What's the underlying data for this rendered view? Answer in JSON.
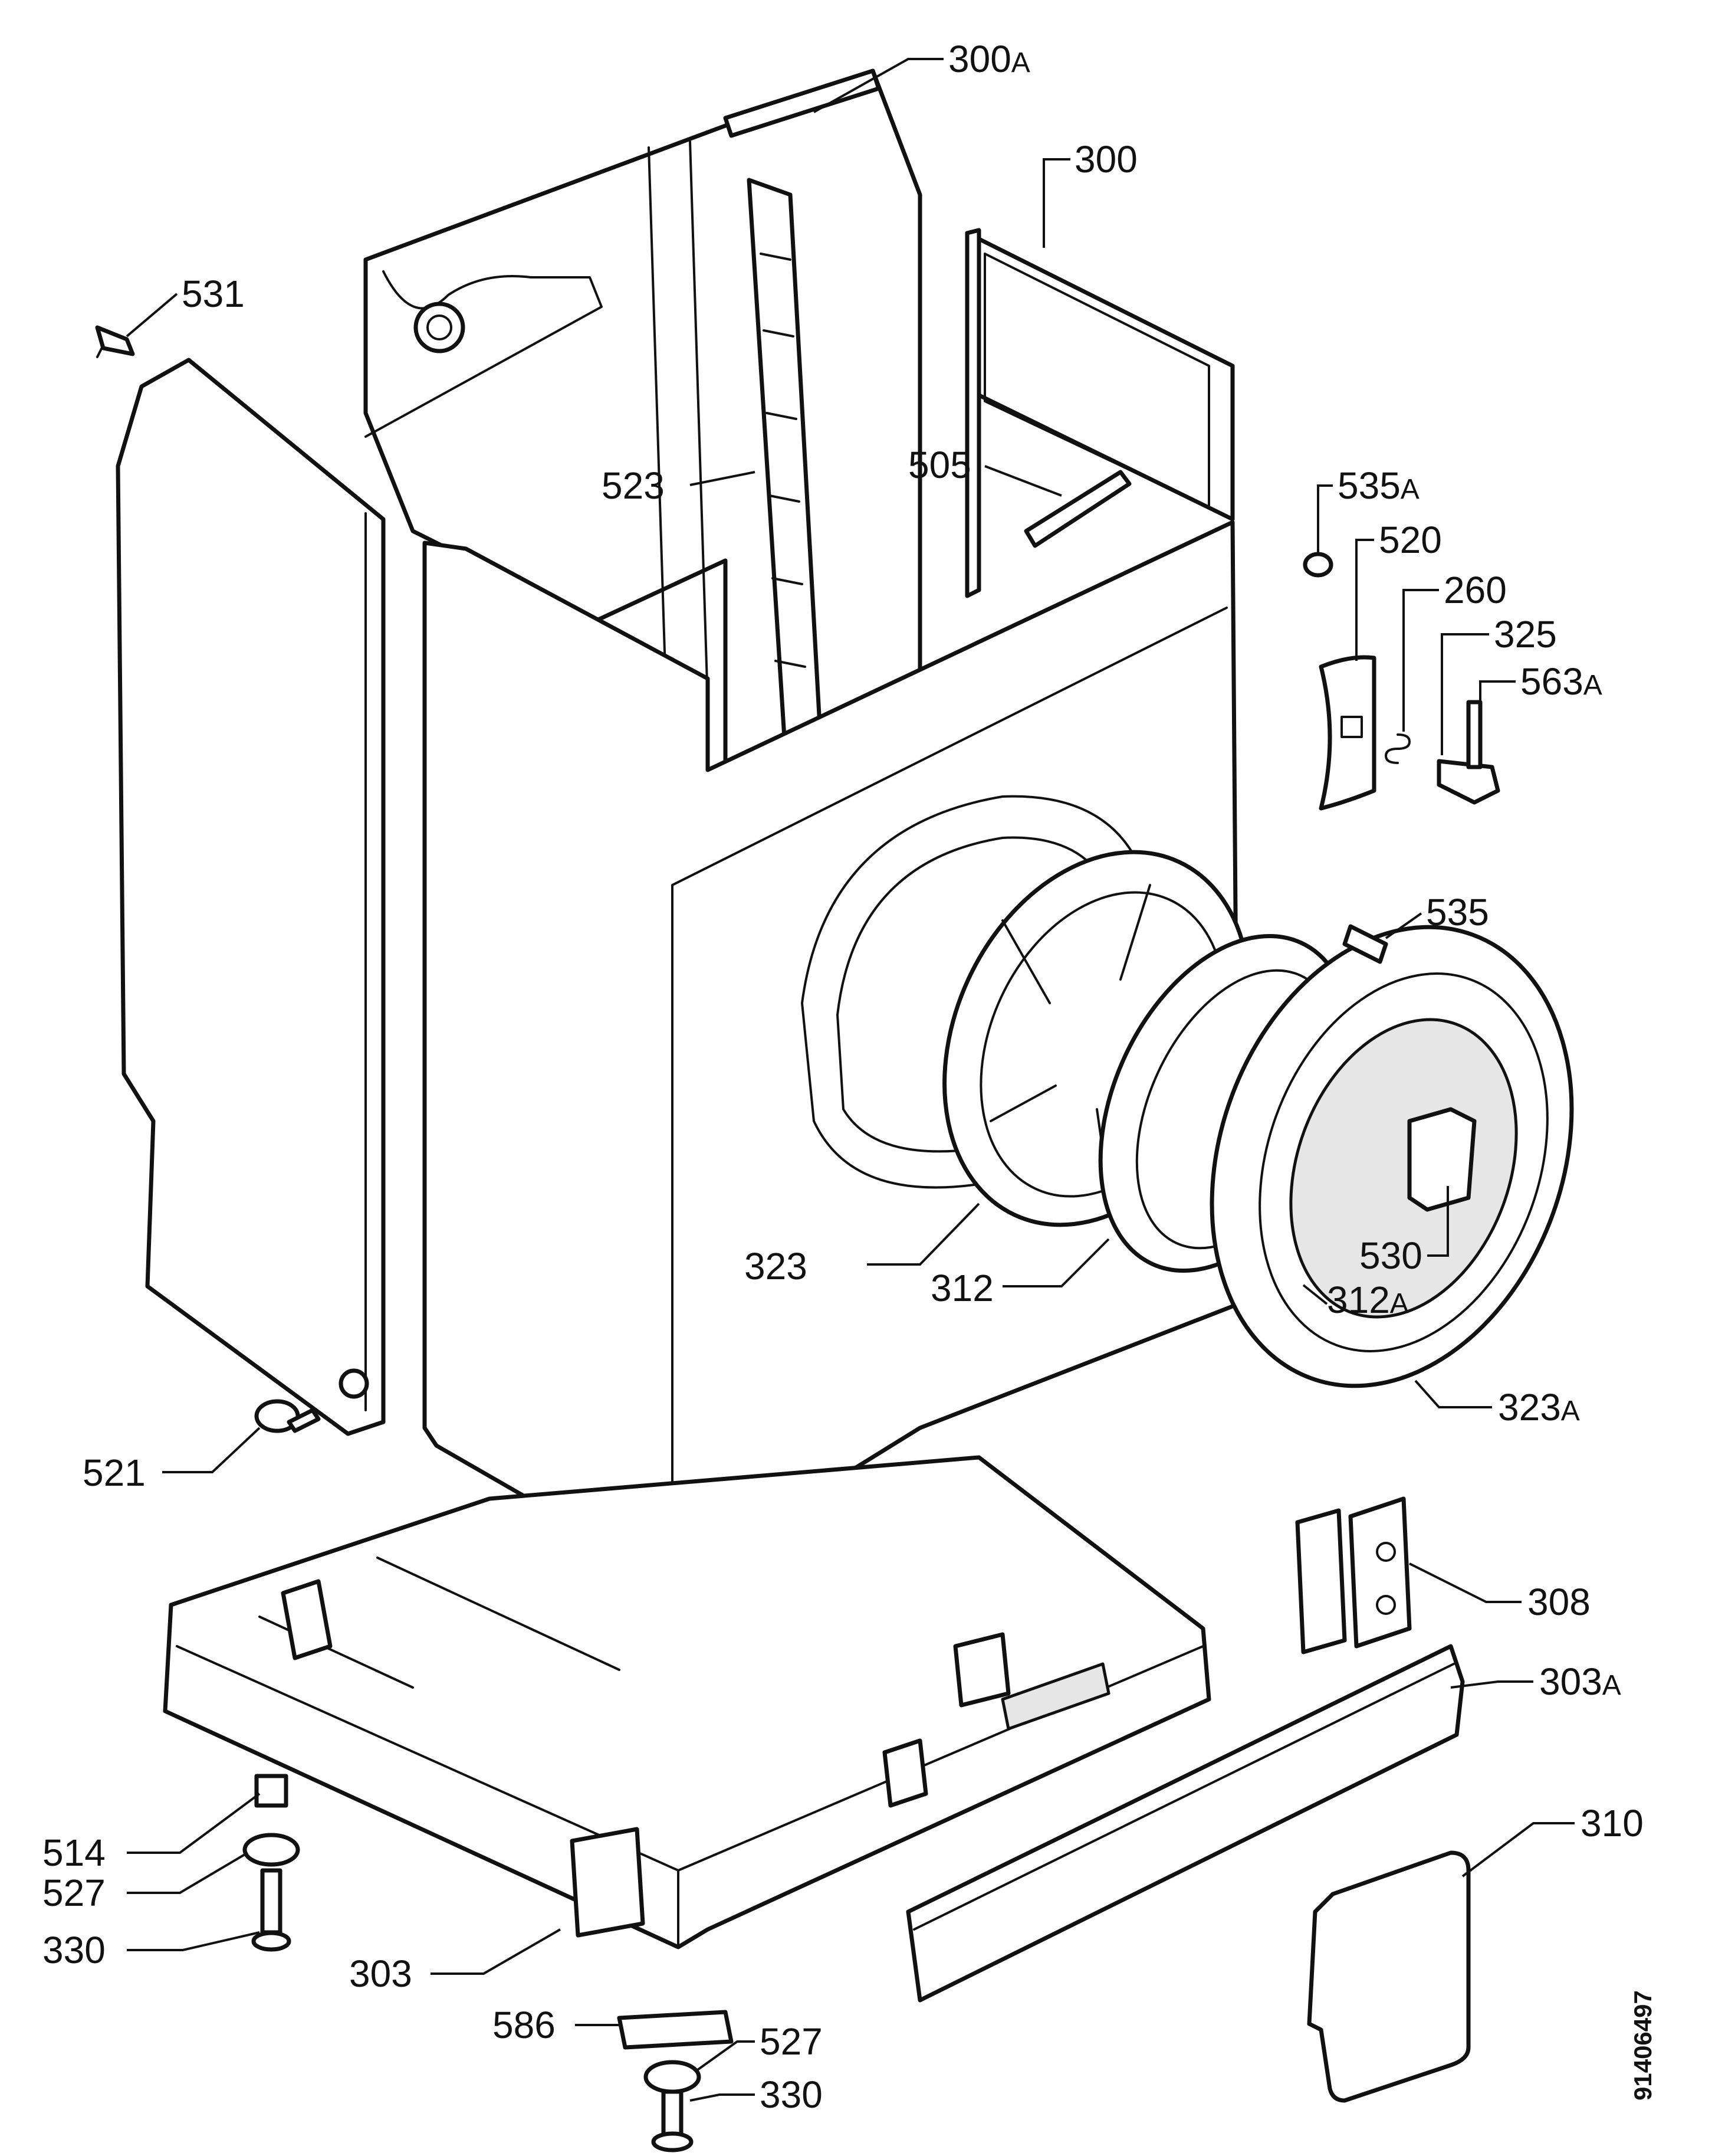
{
  "callouts": [
    {
      "id": "c300a",
      "num": "300",
      "suffix": "A"
    },
    {
      "id": "c300",
      "num": "300",
      "suffix": ""
    },
    {
      "id": "c531",
      "num": "531",
      "suffix": ""
    },
    {
      "id": "c523",
      "num": "523",
      "suffix": ""
    },
    {
      "id": "c505",
      "num": "505",
      "suffix": ""
    },
    {
      "id": "c535a",
      "num": "535",
      "suffix": "A"
    },
    {
      "id": "c520",
      "num": "520",
      "suffix": ""
    },
    {
      "id": "c260",
      "num": "260",
      "suffix": ""
    },
    {
      "id": "c325",
      "num": "325",
      "suffix": ""
    },
    {
      "id": "c563a",
      "num": "563",
      "suffix": "A"
    },
    {
      "id": "c535",
      "num": "535",
      "suffix": ""
    },
    {
      "id": "c530",
      "num": "530",
      "suffix": ""
    },
    {
      "id": "c323",
      "num": "323",
      "suffix": ""
    },
    {
      "id": "c312",
      "num": "312",
      "suffix": ""
    },
    {
      "id": "c312a",
      "num": "312",
      "suffix": "A"
    },
    {
      "id": "c323a",
      "num": "323",
      "suffix": "A"
    },
    {
      "id": "c521",
      "num": "521",
      "suffix": ""
    },
    {
      "id": "c308",
      "num": "308",
      "suffix": ""
    },
    {
      "id": "c303a",
      "num": "303",
      "suffix": "A"
    },
    {
      "id": "c310",
      "num": "310",
      "suffix": ""
    },
    {
      "id": "c514",
      "num": "514",
      "suffix": ""
    },
    {
      "id": "c527a",
      "num": "527",
      "suffix": ""
    },
    {
      "id": "c330a",
      "num": "330",
      "suffix": ""
    },
    {
      "id": "c303",
      "num": "303",
      "suffix": ""
    },
    {
      "id": "c586",
      "num": "586",
      "suffix": ""
    },
    {
      "id": "c527b",
      "num": "527",
      "suffix": ""
    },
    {
      "id": "c330b",
      "num": "330",
      "suffix": ""
    }
  ],
  "document_number": "91406497"
}
